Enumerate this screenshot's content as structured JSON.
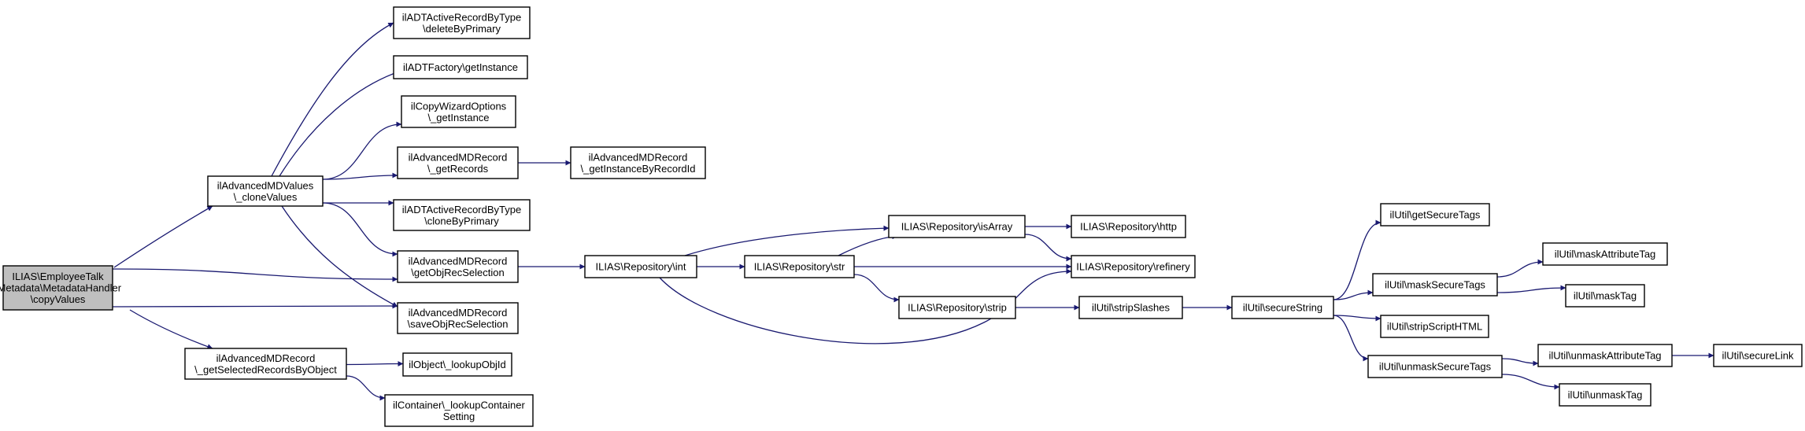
{
  "colors": {
    "edge": "#191970",
    "root_fill": "#bfbfbf",
    "node_fill": "#ffffff",
    "node_border": "#000000"
  },
  "nodes": {
    "root": {
      "lines": [
        "ILIAS\\EmployeeTalk",
        "\\Metadata\\MetadataHandler",
        "\\copyValues"
      ]
    },
    "clone_values": {
      "lines": [
        "ilAdvancedMDValues",
        "\\_cloneValues"
      ]
    },
    "get_selected_records": {
      "lines": [
        "ilAdvancedMDRecord",
        "\\_getSelectedRecordsByObject"
      ]
    },
    "delete_by_primary": {
      "lines": [
        "ilADTActiveRecordByType",
        "\\deleteByPrimary"
      ]
    },
    "factory_get_instance": {
      "lines": [
        "ilADTFactory\\getInstance"
      ]
    },
    "copy_wizard_get_instance": {
      "lines": [
        "ilCopyWizardOptions",
        "\\_getInstance"
      ]
    },
    "get_records": {
      "lines": [
        "ilAdvancedMDRecord",
        "\\_getRecords"
      ]
    },
    "clone_by_primary": {
      "lines": [
        "ilADTActiveRecordByType",
        "\\cloneByPrimary"
      ]
    },
    "get_obj_rec_selection": {
      "lines": [
        "ilAdvancedMDRecord",
        "\\getObjRecSelection"
      ]
    },
    "save_obj_rec_selection": {
      "lines": [
        "ilAdvancedMDRecord",
        "\\saveObjRecSelection"
      ]
    },
    "lookup_obj_id": {
      "lines": [
        "ilObject\\_lookupObjId"
      ]
    },
    "lookup_container_setting": {
      "lines": [
        "ilContainer\\_lookupContainer",
        "Setting"
      ]
    },
    "get_instance_by_record_id": {
      "lines": [
        "ilAdvancedMDRecord",
        "\\_getInstanceByRecordId"
      ]
    },
    "repo_int": {
      "lines": [
        "ILIAS\\Repository\\int"
      ]
    },
    "repo_str": {
      "lines": [
        "ILIAS\\Repository\\str"
      ]
    },
    "repo_is_array": {
      "lines": [
        "ILIAS\\Repository\\isArray"
      ]
    },
    "repo_strip": {
      "lines": [
        "ILIAS\\Repository\\strip"
      ]
    },
    "repo_http": {
      "lines": [
        "ILIAS\\Repository\\http"
      ]
    },
    "repo_refinery": {
      "lines": [
        "ILIAS\\Repository\\refinery"
      ]
    },
    "strip_slashes": {
      "lines": [
        "ilUtil\\stripSlashes"
      ]
    },
    "secure_string": {
      "lines": [
        "ilUtil\\secureString"
      ]
    },
    "get_secure_tags": {
      "lines": [
        "ilUtil\\getSecureTags"
      ]
    },
    "mask_secure_tags": {
      "lines": [
        "ilUtil\\maskSecureTags"
      ]
    },
    "strip_script_html": {
      "lines": [
        "ilUtil\\stripScriptHTML"
      ]
    },
    "unmask_secure_tags": {
      "lines": [
        "ilUtil\\unmaskSecureTags"
      ]
    },
    "mask_attribute_tag": {
      "lines": [
        "ilUtil\\maskAttributeTag"
      ]
    },
    "mask_tag": {
      "lines": [
        "ilUtil\\maskTag"
      ]
    },
    "unmask_attribute_tag": {
      "lines": [
        "ilUtil\\unmaskAttributeTag"
      ]
    },
    "unmask_tag": {
      "lines": [
        "ilUtil\\unmaskTag"
      ]
    },
    "secure_link": {
      "lines": [
        "ilUtil\\secureLink"
      ]
    }
  },
  "edges": [
    [
      "root",
      "clone_values"
    ],
    [
      "root",
      "get_obj_rec_selection"
    ],
    [
      "root",
      "save_obj_rec_selection"
    ],
    [
      "root",
      "get_selected_records"
    ],
    [
      "clone_values",
      "delete_by_primary"
    ],
    [
      "clone_values",
      "factory_get_instance"
    ],
    [
      "clone_values",
      "copy_wizard_get_instance"
    ],
    [
      "clone_values",
      "get_records"
    ],
    [
      "clone_values",
      "clone_by_primary"
    ],
    [
      "clone_values",
      "get_obj_rec_selection"
    ],
    [
      "clone_values",
      "save_obj_rec_selection"
    ],
    [
      "get_records",
      "get_instance_by_record_id"
    ],
    [
      "get_selected_records",
      "lookup_obj_id"
    ],
    [
      "get_selected_records",
      "lookup_container_setting"
    ],
    [
      "get_obj_rec_selection",
      "repo_int"
    ],
    [
      "repo_int",
      "repo_str"
    ],
    [
      "repo_int",
      "repo_is_array"
    ],
    [
      "repo_int",
      "repo_refinery"
    ],
    [
      "repo_str",
      "repo_is_array"
    ],
    [
      "repo_str",
      "repo_refinery"
    ],
    [
      "repo_str",
      "repo_strip"
    ],
    [
      "repo_is_array",
      "repo_http"
    ],
    [
      "repo_is_array",
      "repo_refinery"
    ],
    [
      "repo_strip",
      "strip_slashes"
    ],
    [
      "strip_slashes",
      "secure_string"
    ],
    [
      "secure_string",
      "get_secure_tags"
    ],
    [
      "secure_string",
      "mask_secure_tags"
    ],
    [
      "secure_string",
      "strip_script_html"
    ],
    [
      "secure_string",
      "unmask_secure_tags"
    ],
    [
      "mask_secure_tags",
      "mask_attribute_tag"
    ],
    [
      "mask_secure_tags",
      "mask_tag"
    ],
    [
      "unmask_secure_tags",
      "unmask_attribute_tag"
    ],
    [
      "unmask_secure_tags",
      "unmask_tag"
    ],
    [
      "unmask_attribute_tag",
      "secure_link"
    ]
  ]
}
